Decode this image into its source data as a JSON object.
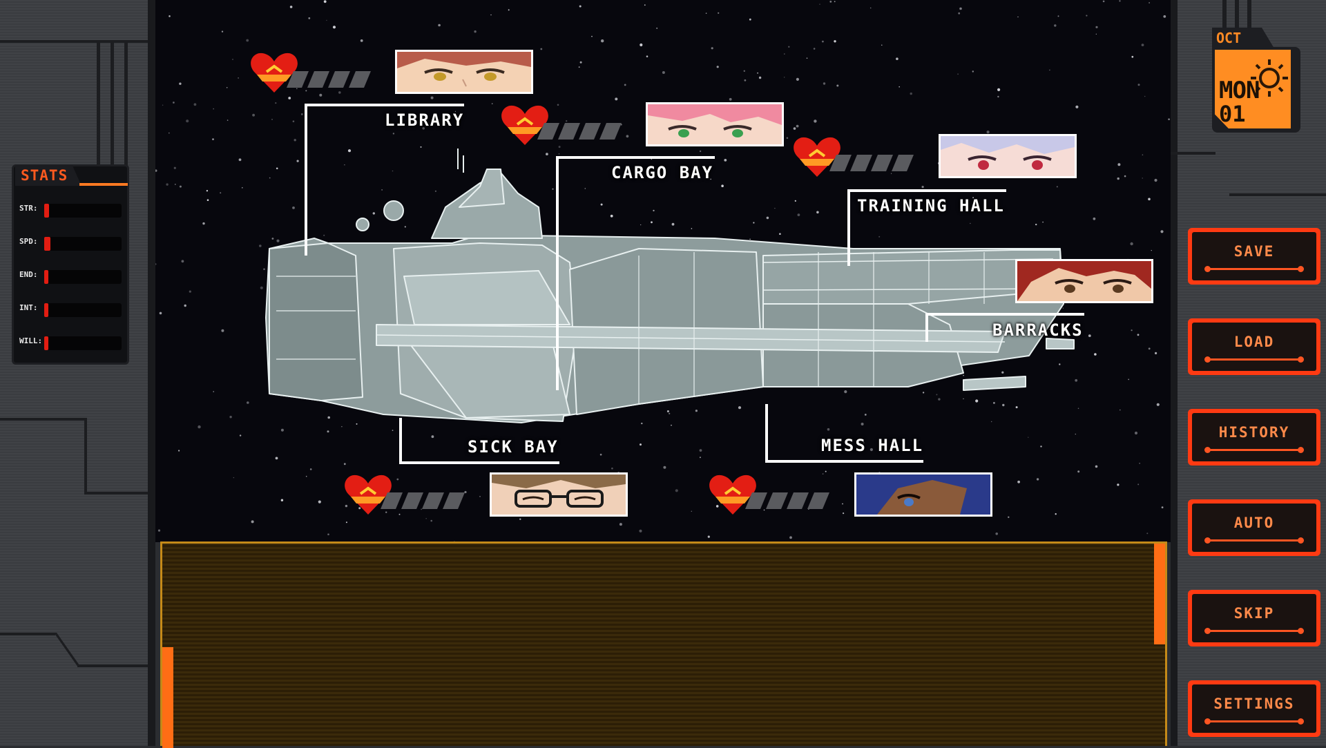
{
  "stats": {
    "title": "STATS",
    "items": [
      {
        "label": "STR:",
        "level": 0.06
      },
      {
        "label": "SPD:",
        "level": 0.08
      },
      {
        "label": "END:",
        "level": 0.03
      },
      {
        "label": "INT:",
        "level": 0.03
      },
      {
        "label": "WILL:",
        "level": 0.03
      }
    ]
  },
  "calendar": {
    "month": "OCT",
    "weekday": "MON",
    "day": "01"
  },
  "menu": {
    "save": "SAVE",
    "load": "LOAD",
    "history": "HISTORY",
    "auto": "AUTO",
    "skip": "SKIP",
    "settings": "SETTINGS"
  },
  "locations": {
    "library": {
      "label": "LIBRARY",
      "affection": 0
    },
    "cargo_bay": {
      "label": "CARGO BAY",
      "affection": 0
    },
    "training_hall": {
      "label": "TRAINING HALL",
      "affection": 0
    },
    "barracks": {
      "label": "BARRACKS",
      "affection": 0
    },
    "sick_bay": {
      "label": "SICK BAY",
      "affection": 0
    },
    "mess_hall": {
      "label": "MESS HALL",
      "affection": 0
    }
  },
  "dialogue": {
    "text": ""
  },
  "colors": {
    "accent": "#ff3a12",
    "calendar": "#ff8d22",
    "stat_fill": "#e21d12",
    "dialogue_border": "#c58a18",
    "hull": "#8c9c9c"
  }
}
